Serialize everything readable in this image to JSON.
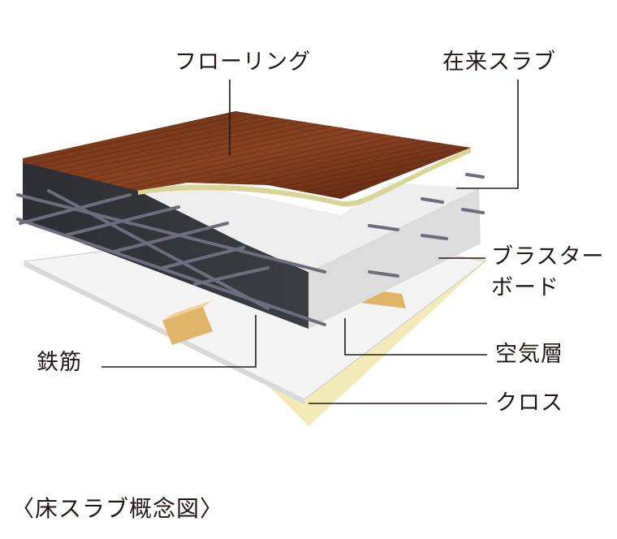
{
  "labels": {
    "flooring": "フローリング",
    "slab": "在来スラブ",
    "plasterboard_1": "ブラスター",
    "plasterboard_2": "ボード",
    "air_layer": "空気層",
    "cloth": "クロス",
    "rebar": "鉄筋"
  },
  "caption": "〈床スラブ概念図〉"
}
